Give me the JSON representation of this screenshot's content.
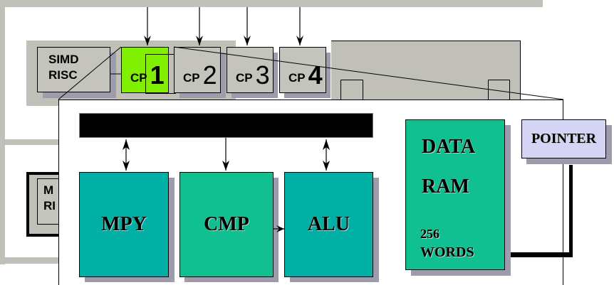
{
  "diagram": {
    "top_block": {
      "simd_risc_line1": "SIMD",
      "simd_risc_line2": "RISC",
      "coprocessors": [
        {
          "prefix": "CP",
          "number": "1",
          "highlighted": true
        },
        {
          "prefix": "CP",
          "number": "2",
          "highlighted": false
        },
        {
          "prefix": "CP",
          "number": "3",
          "highlighted": false
        },
        {
          "prefix": "CP",
          "number": "4",
          "highlighted": false
        }
      ]
    },
    "lower_block": {
      "partial_label_line1": "M",
      "partial_label_line2": "RI"
    },
    "detail": {
      "units": [
        {
          "label": "MPY"
        },
        {
          "label": "CMP"
        },
        {
          "label": "ALU"
        }
      ],
      "data_ram": {
        "line1": "DATA",
        "line2": "RAM",
        "size_line1": "256",
        "size_line2": "WORDS"
      },
      "pointer": "POINTER"
    },
    "colors": {
      "highlight_green": "#80f000",
      "teal": "#00b0a4",
      "sea_green": "#10c090",
      "pointer_lavender": "#d4d4f4",
      "panel_gray": "#c0c0b8"
    }
  }
}
